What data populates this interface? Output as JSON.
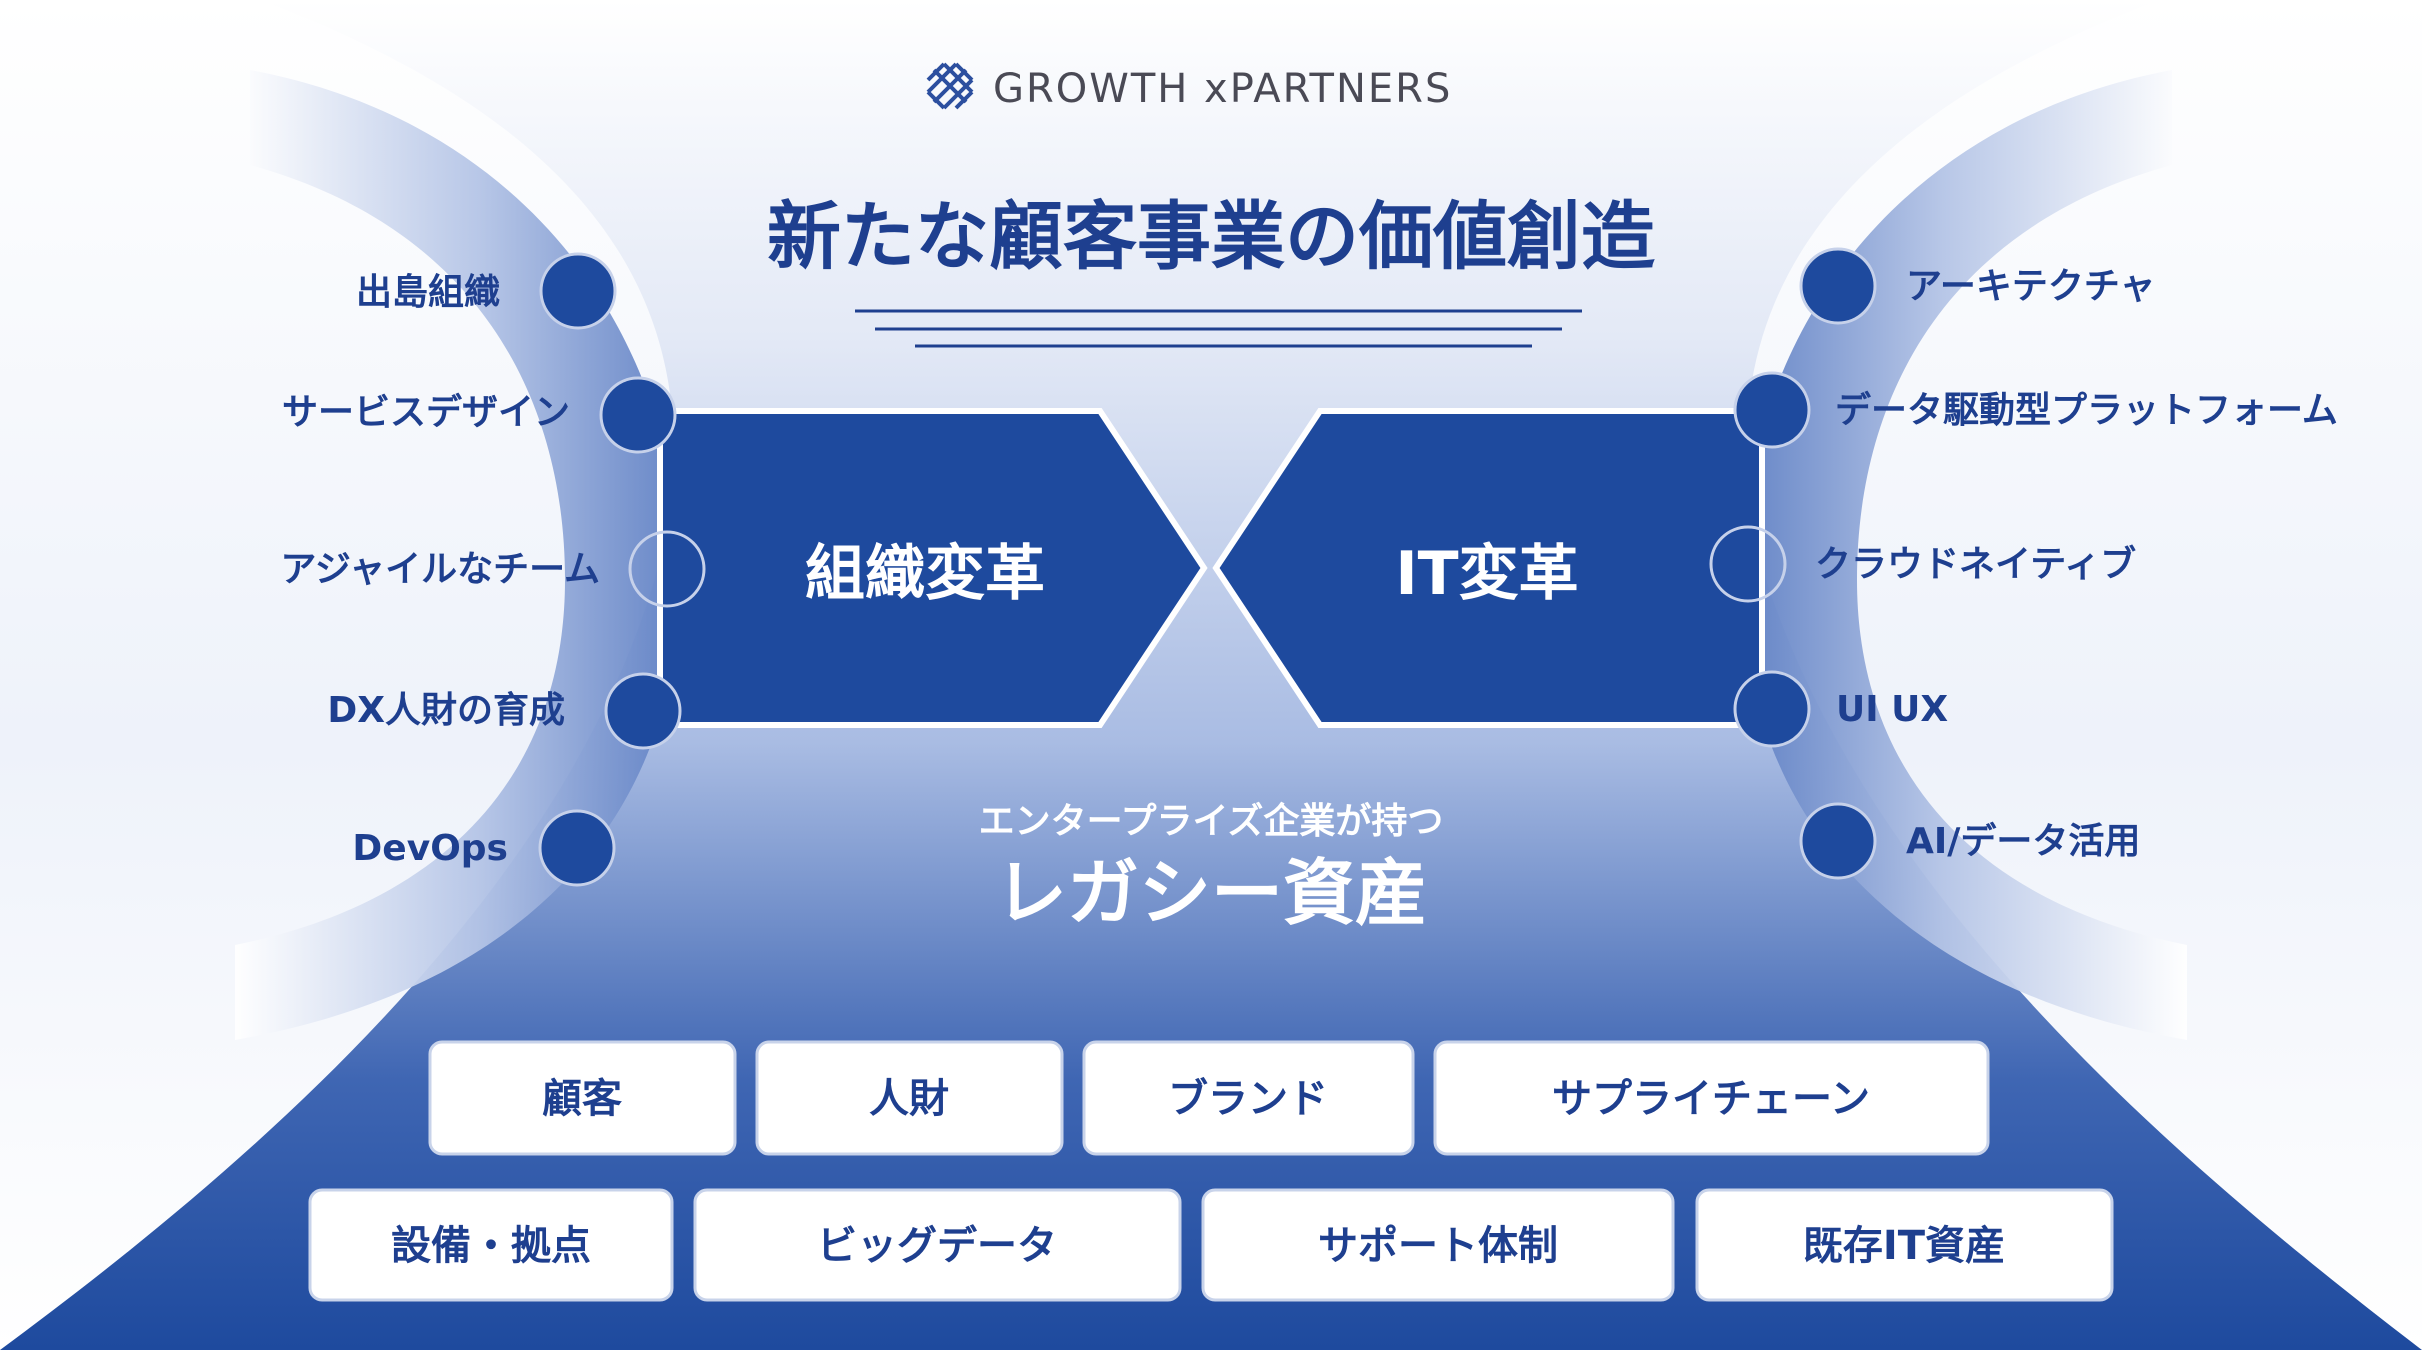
{
  "brand": {
    "name": "GROWTH xPARTNERS",
    "logo_icon": "crosshatch-logo-icon"
  },
  "title": "新たな顧客事業の価値創造",
  "left_items": [
    "出島組織",
    "サービスデザイン",
    "アジャイルなチーム",
    "DX人財の育成",
    "DevOps"
  ],
  "right_items": [
    "アーキテクチャ",
    "データ駆動型プラットフォーム",
    "クラウドネイティブ",
    "UI UX",
    "AI/データ活用"
  ],
  "transformations": {
    "left": "組織変革",
    "right": "IT変革"
  },
  "legacy": {
    "subtitle": "エンタープライズ企業が持つ",
    "title": "レガシー資産"
  },
  "assets_row1": [
    "顧客",
    "人財",
    "ブランド",
    "サプライチェーン"
  ],
  "assets_row2": [
    "設備・拠点",
    "ビッグデータ",
    "サポート体制",
    "既存IT資産"
  ],
  "colors": {
    "primary": "#1e4a9e",
    "dark": "#1e3f8f",
    "light": "#a9bde4"
  }
}
